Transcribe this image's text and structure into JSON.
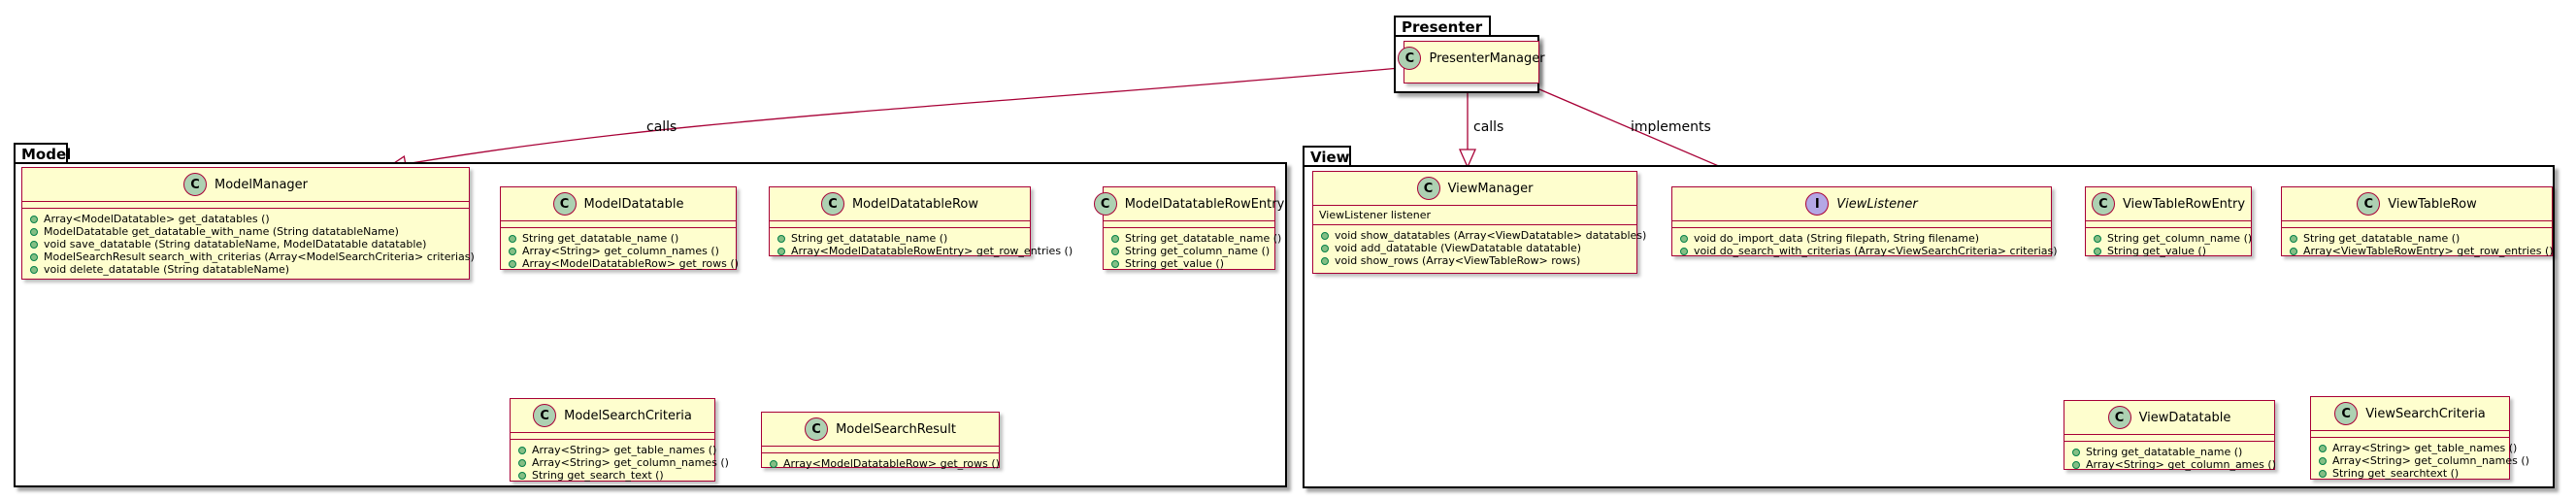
{
  "packages": {
    "presenter": "Presenter",
    "model": "Model",
    "view": "View"
  },
  "relations": {
    "calls_model": "calls",
    "calls_view": "calls",
    "implements": "implements"
  },
  "classes": {
    "presenter_manager": {
      "name": "PresenterManager",
      "methods": []
    },
    "model_manager": {
      "name": "ModelManager",
      "methods": [
        "Array<ModelDatatable> get_datatables ()",
        "ModelDatatable get_datatable_with_name (String datatableName)",
        "void save_datatable (String datatableName, ModelDatatable datatable)",
        "ModelSearchResult search_with_criterias (Array<ModelSearchCriteria> criterias)",
        "void delete_datatable (String datatableName)"
      ]
    },
    "model_datatable": {
      "name": "ModelDatatable",
      "methods": [
        "String get_datatable_name ()",
        "Array<String> get_column_names ()",
        "Array<ModelDatatableRow> get_rows ()"
      ]
    },
    "model_datatable_row": {
      "name": "ModelDatatableRow",
      "methods": [
        "String get_datatable_name ()",
        "Array<ModelDatatableRowEntry> get_row_entries ()"
      ]
    },
    "model_datatable_row_entry": {
      "name": "ModelDatatableRowEntry",
      "methods": [
        "String get_datatable_name ()",
        "String get_column_name ()",
        "String get_value ()"
      ]
    },
    "model_search_criteria": {
      "name": "ModelSearchCriteria",
      "methods": [
        "Array<String> get_table_names ()",
        "Array<String> get_column_names ()",
        "String get_search_text ()"
      ]
    },
    "model_search_result": {
      "name": "ModelSearchResult",
      "methods": [
        "Array<ModelDatatableRow> get_rows ()"
      ]
    },
    "view_manager": {
      "name": "ViewManager",
      "field": "ViewListener listener",
      "methods": [
        "void show_datatables (Array<ViewDatatable> datatables)",
        "void add_datatable (ViewDatatable datatable)",
        "void show_rows (Array<ViewTableRow> rows)"
      ]
    },
    "view_listener": {
      "name": "ViewListener",
      "methods": [
        "void do_import_data (String filepath, String filename)",
        "void do_search_with_criterias (Array<ViewSearchCriteria> criterias)"
      ]
    },
    "view_table_row_entry": {
      "name": "ViewTableRowEntry",
      "methods": [
        "String get_column_name ()",
        "String get_value ()"
      ]
    },
    "view_table_row": {
      "name": "ViewTableRow",
      "methods": [
        "String get_datatable_name ()",
        "Array<ViewTableRowEntry> get_row_entries ()"
      ]
    },
    "view_datatable": {
      "name": "ViewDatatable",
      "methods": [
        "String get_datatable_name ()",
        "Array<String> get_column_ames ()"
      ]
    },
    "view_search_criteria": {
      "name": "ViewSearchCriteria",
      "methods": [
        "Array<String> get_table_names ()",
        "Array<String> get_column_names ()",
        "String get_searchtext ()"
      ]
    }
  },
  "colors": {
    "class_fill": "#fefece",
    "class_border": "#a80036",
    "class_badge": "#add1b2",
    "interface_badge": "#b4a7e5",
    "method_dot": "#84be84",
    "edge": "#a80036"
  }
}
